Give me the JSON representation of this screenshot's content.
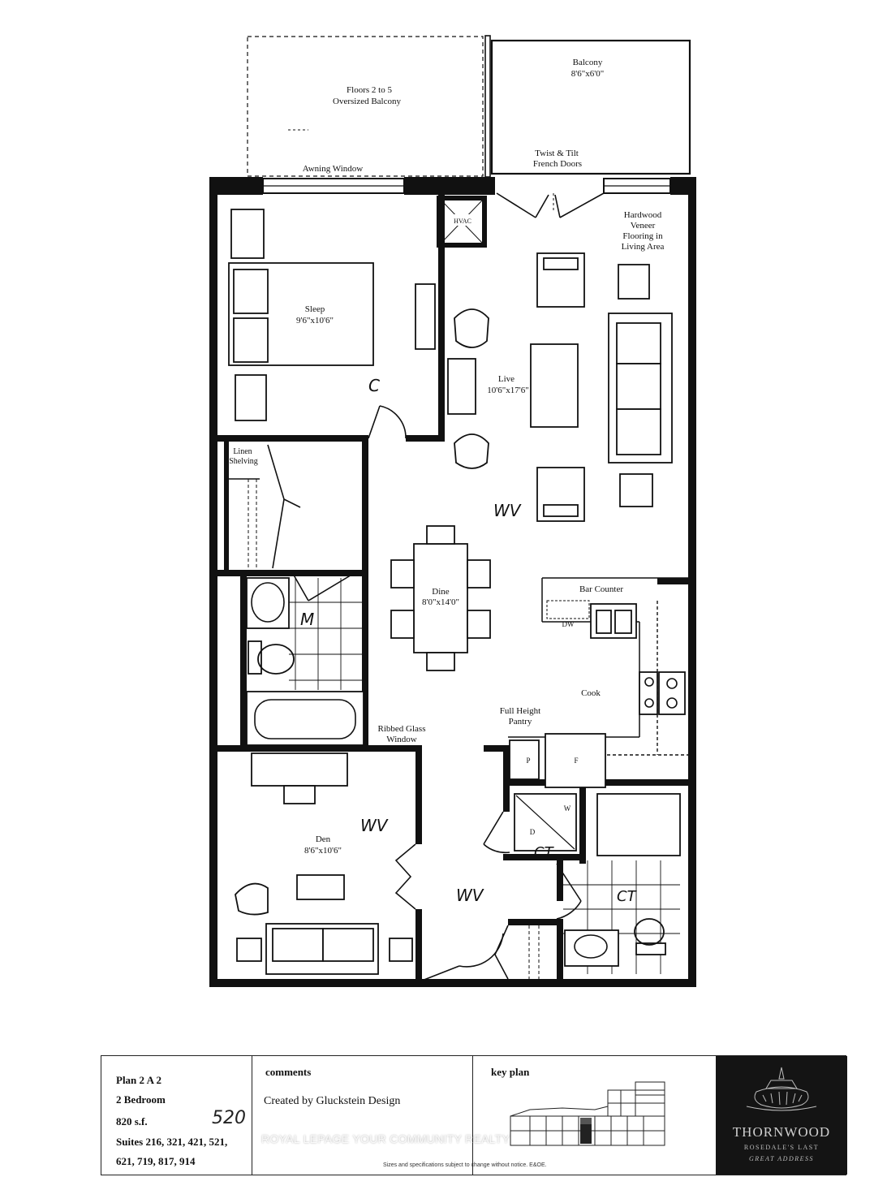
{
  "labels": {
    "oversized_balcony_1": "Floors 2 to 5",
    "oversized_balcony_2": "Oversized Balcony",
    "balcony": "Balcony",
    "balcony_dim": "8'6\"x6'0\"",
    "awning_window": "Awning Window",
    "french_doors_1": "Twist & Tilt",
    "french_doors_2": "French Doors",
    "hvac": "HVAC",
    "hardwood_1": "Hardwood",
    "hardwood_2": "Veneer",
    "hardwood_3": "Flooring in",
    "hardwood_4": "Living Area",
    "sleep": "Sleep",
    "sleep_dim": "9'6\"x10'6\"",
    "live": "Live",
    "live_dim": "10'6\"x17'6\"",
    "linen_1": "Linen",
    "linen_2": "Shelving",
    "dine": "Dine",
    "dine_dim": "8'0\"x14'0\"",
    "bar_counter": "Bar Counter",
    "dw": "DW",
    "cook": "Cook",
    "pantry_1": "Full Height",
    "pantry_2": "Pantry",
    "ribbed_1": "Ribbed Glass",
    "ribbed_2": "Window",
    "p": "P",
    "f": "F",
    "w": "W",
    "d": "D",
    "den": "Den",
    "den_dim": "8'6\"x10'6\""
  },
  "handwritten": {
    "c": "C",
    "wv_live": "WV",
    "m": "M",
    "wv_den": "WV",
    "wv_hall": "WV",
    "ct_laundry": "CT",
    "ct_bath": "CT"
  },
  "title_block": {
    "plan": "Plan 2 A 2",
    "bedrooms": "2 Bedroom",
    "area": "820 s.f.",
    "suites_1": "Suites 216, 321, 421, 521,",
    "suites_2": "621, 719, 817, 914",
    "suite_hand": "520",
    "comments_label": "comments",
    "created_by": "Created by Gluckstein Design",
    "key_plan_label": "key plan",
    "key_note": "Sizes and specifications subject to change without notice. E&OE.",
    "logo_name": "THORNWOOD",
    "logo_line2": "ROSEDALE'S LAST",
    "logo_line3": "GREAT ADDRESS"
  },
  "watermark": "ROYAL LEPAGE YOUR COMMUNITY REALTY"
}
